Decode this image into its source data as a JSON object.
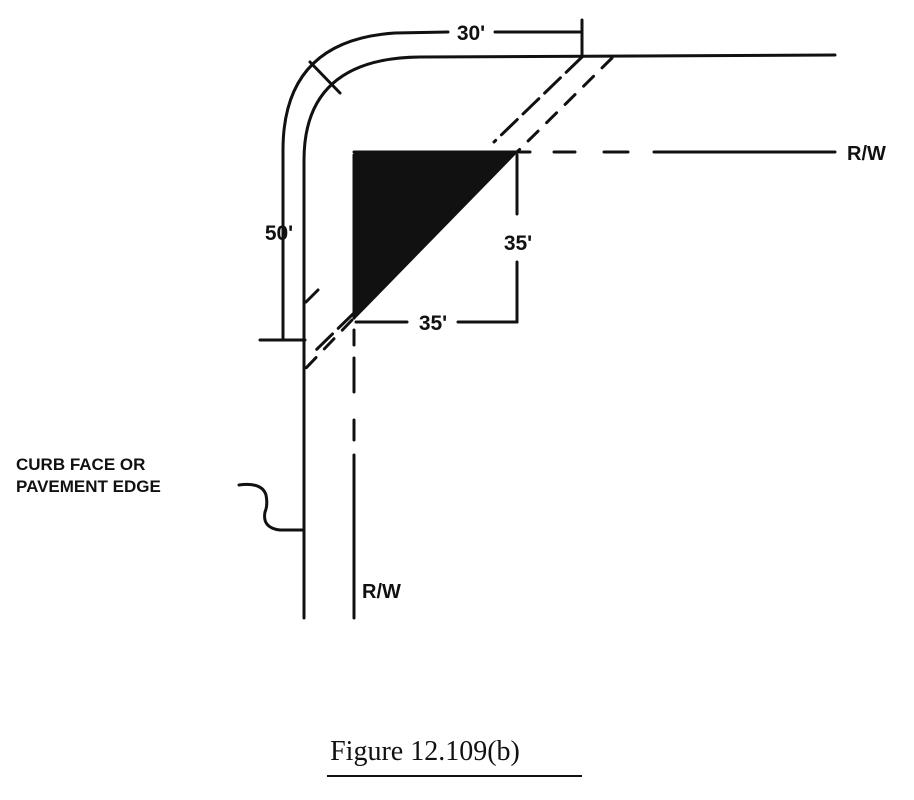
{
  "diagram": {
    "labels": {
      "dim_arc": "30'",
      "dim_vertical": "50'",
      "dim_triangle_right": "35'",
      "dim_triangle_bottom": "35'",
      "rw_top": "R/W",
      "rw_bottom": "R/W",
      "curb_line1": "CURB FACE OR",
      "curb_line2": "PAVEMENT EDGE"
    },
    "caption": "Figure 12.109(b)",
    "colors": {
      "ink": "#111111",
      "background": "#ffffff"
    }
  }
}
